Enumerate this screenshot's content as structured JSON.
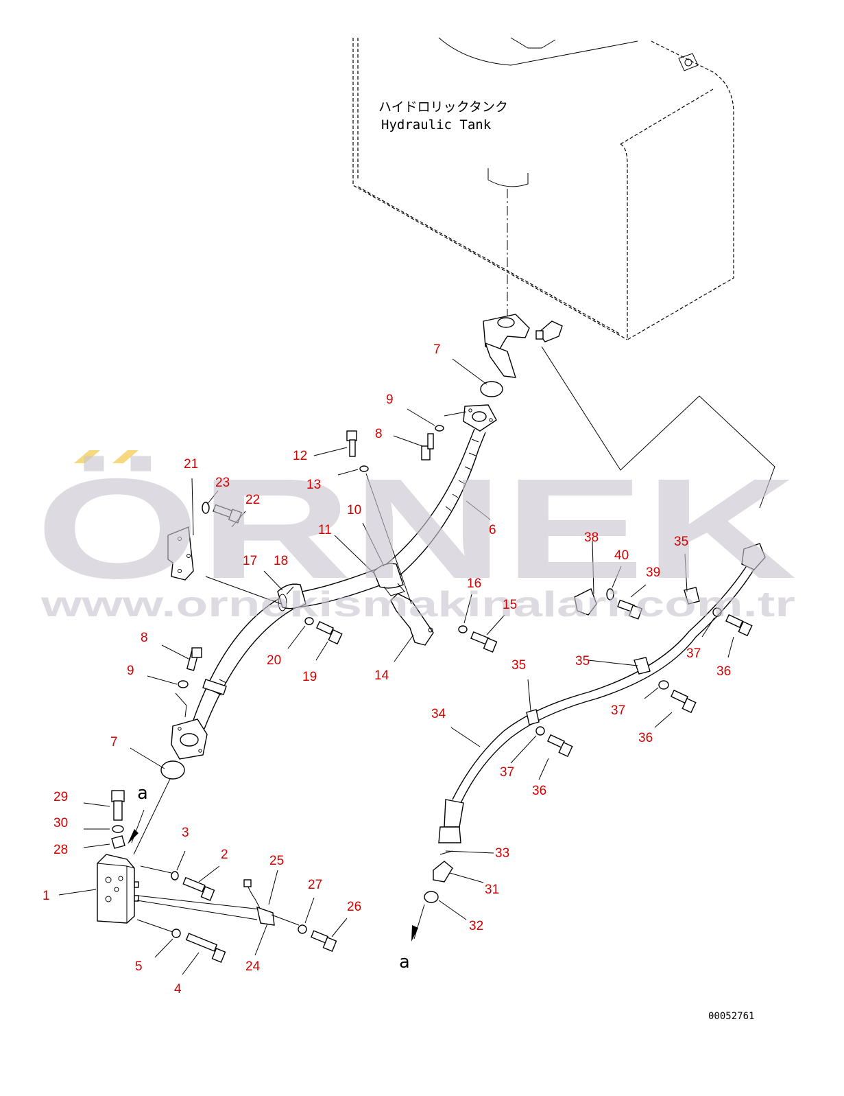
{
  "tank": {
    "label_jp": "ハイドロリックタンク",
    "label_en": "Hydraulic Tank"
  },
  "watermark": {
    "brand": "ÖRNEK",
    "url": "www.ornekismakinalari.com.tr",
    "brand_color": "#c9c6cf",
    "accent_color": "#f2cf5b"
  },
  "view_marks": [
    "a",
    "a"
  ],
  "drawing_number": "00052761",
  "label_color": "#d40000",
  "callouts": [
    "7",
    "9",
    "8",
    "12",
    "13",
    "6",
    "10",
    "11",
    "21",
    "23",
    "22",
    "18",
    "17",
    "16",
    "15",
    "14",
    "20",
    "19",
    "8",
    "9",
    "7",
    "38",
    "40",
    "39",
    "35",
    "37",
    "36",
    "35",
    "35",
    "37",
    "36",
    "34",
    "37",
    "36",
    "33",
    "31",
    "32",
    "29",
    "30",
    "28",
    "3",
    "2",
    "1",
    "25",
    "27",
    "26",
    "24",
    "5",
    "4"
  ]
}
